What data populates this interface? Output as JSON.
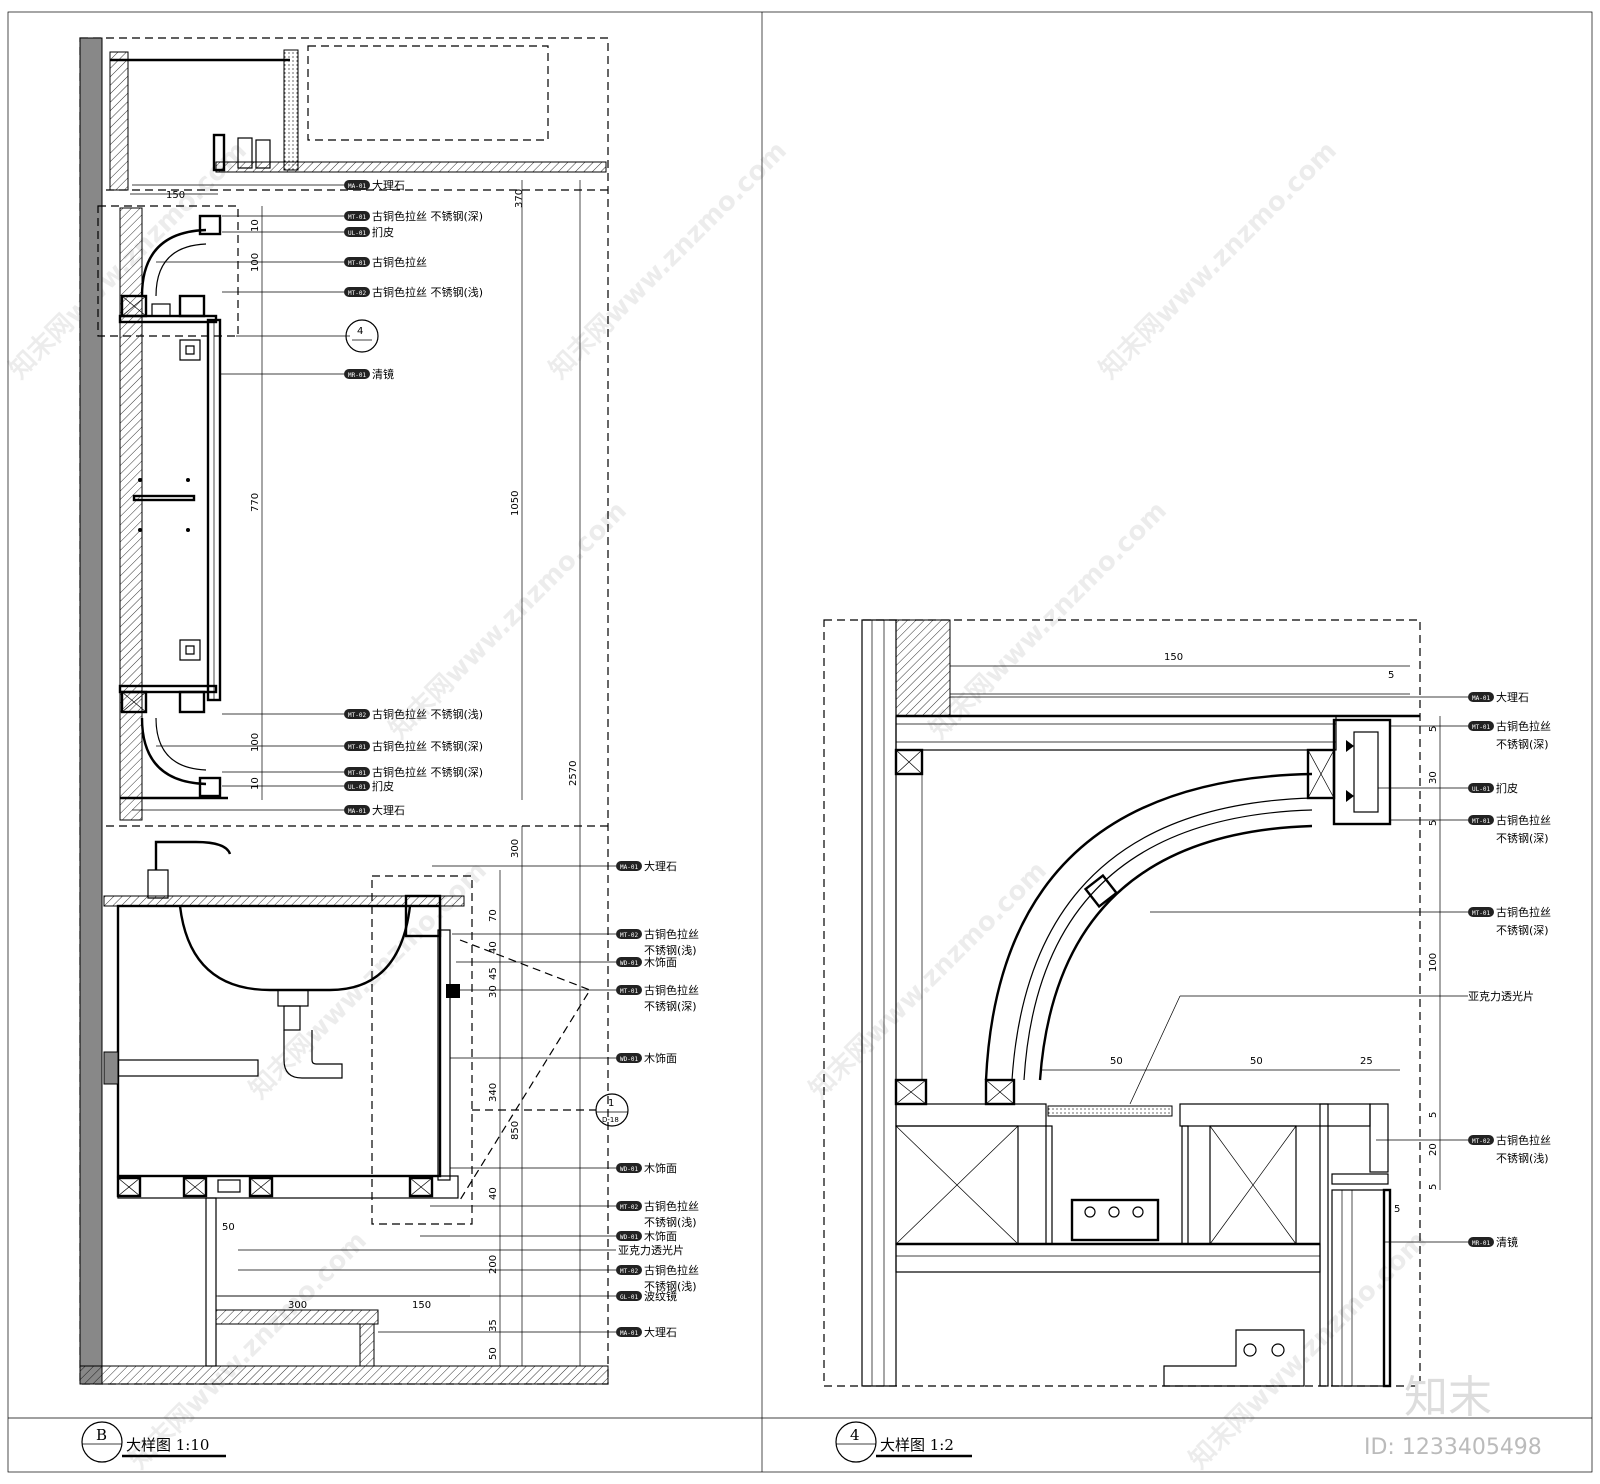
{
  "materials": {
    "marble": "大理石",
    "bronze_deep": "古铜色拉丝 不锈钢(深)",
    "bronze_light": "古铜色拉丝 不锈钢(浅)",
    "bronze": "古铜色拉丝",
    "bronze_wrap": "古铜色拉丝",
    "deep_wrap": "不锈钢(深)",
    "light_wrap": "不锈钢(浅)",
    "leather": "扪皮",
    "mirror": "清镜",
    "wood": "木饰面",
    "acrylic": "亚克力透光片",
    "ripple_mirror": "波纹镜"
  },
  "codes": {
    "mt": "MT-01",
    "mt2": "MT-02",
    "ma": "MA-01",
    "ul": "UL-01",
    "mr": "MR-01",
    "wd": "WD-01",
    "gl": "GL-01"
  },
  "dims_left": {
    "d150": "150",
    "d370": "370",
    "d10a": "10",
    "d100a": "100",
    "d770": "770",
    "d1050": "1050",
    "d2570": "2570",
    "d100b": "100",
    "d10b": "10",
    "d300": "300",
    "d70": "70",
    "d40a": "40",
    "d45": "45",
    "d30": "30",
    "d340": "340",
    "d850": "850",
    "d40b": "40",
    "d200": "200",
    "d35": "35",
    "d50": "50",
    "d50b": "50",
    "d300b": "300",
    "d150b": "150"
  },
  "dims_right": {
    "d150": "150",
    "d5a": "5",
    "d5b": "5",
    "d30": "30",
    "d5c": "5",
    "d100": "100",
    "d50a": "50",
    "d50b": "50",
    "d25": "25",
    "d5d": "5",
    "d20": "20",
    "d5e": "5",
    "d5f": "5"
  },
  "callouts": {
    "detail4": "4",
    "detail1": "1",
    "detail1_sub": "D-18"
  },
  "titles": {
    "left_mark": "B",
    "left_title": "大样图 1:10",
    "right_mark": "4",
    "right_title": "大样图 1:2"
  },
  "watermark": {
    "text": "知末网www.znzmo.com",
    "brand": "知末",
    "id": "ID: 1233405498"
  }
}
